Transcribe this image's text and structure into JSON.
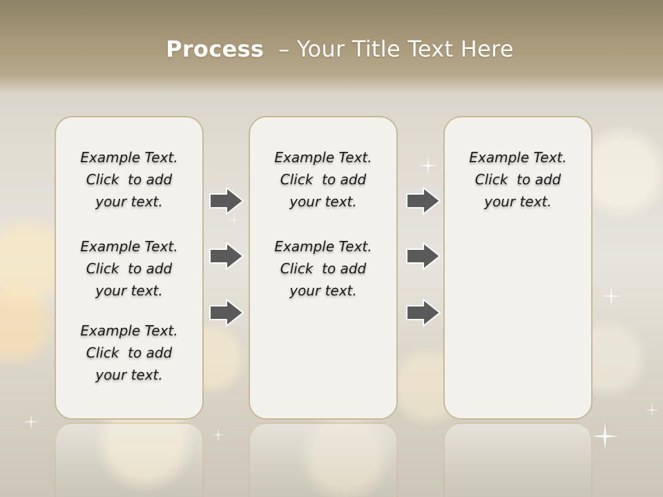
{
  "slide": {
    "title_bold": "Process",
    "title_rest": "  – Your Title Text Here"
  },
  "panels": [
    {
      "items": [
        {
          "line1": "Example Text.",
          "line2": "Click  to add",
          "line3": "your text."
        },
        {
          "line1": "Example Text.",
          "line2": "Click  to add",
          "line3": "your text."
        },
        {
          "line1": "Example Text.",
          "line2": "Click  to add",
          "line3": "your text."
        }
      ]
    },
    {
      "items": [
        {
          "line1": "Example Text.",
          "line2": "Click  to add",
          "line3": "your text."
        },
        {
          "line1": "Example Text.",
          "line2": "Click  to add",
          "line3": "your text."
        }
      ]
    },
    {
      "items": [
        {
          "line1": "Example Text.",
          "line2": "Click  to add",
          "line3": "your text."
        }
      ]
    }
  ],
  "colors": {
    "title_band": "#9c8f71",
    "panel_fill": "#f3f1ec",
    "panel_border": "#c8b898",
    "arrow_fill": "#5a5a5a"
  },
  "icons": [
    "right-arrow-icon",
    "sparkle-star-icon"
  ]
}
